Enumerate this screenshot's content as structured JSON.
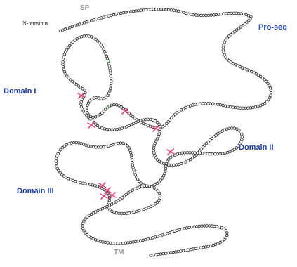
{
  "labels": {
    "sp": "SP",
    "n_terminus": "N-terminus",
    "pro_seq": "Pro-seq",
    "domain_1": "Domain I",
    "domain_2": "Domain II",
    "domain_3": "Domain III",
    "tm": "TM"
  },
  "colors": {
    "bead_stroke": "#2a2a2a",
    "bead_fill": "#f2f2f2",
    "backbone": "#7d7d7d",
    "disulfide": "#e0457b",
    "label_blue": "#1f3fa8",
    "label_grey": "#9a9a9a",
    "accent_green": "#3a9a3a"
  }
}
